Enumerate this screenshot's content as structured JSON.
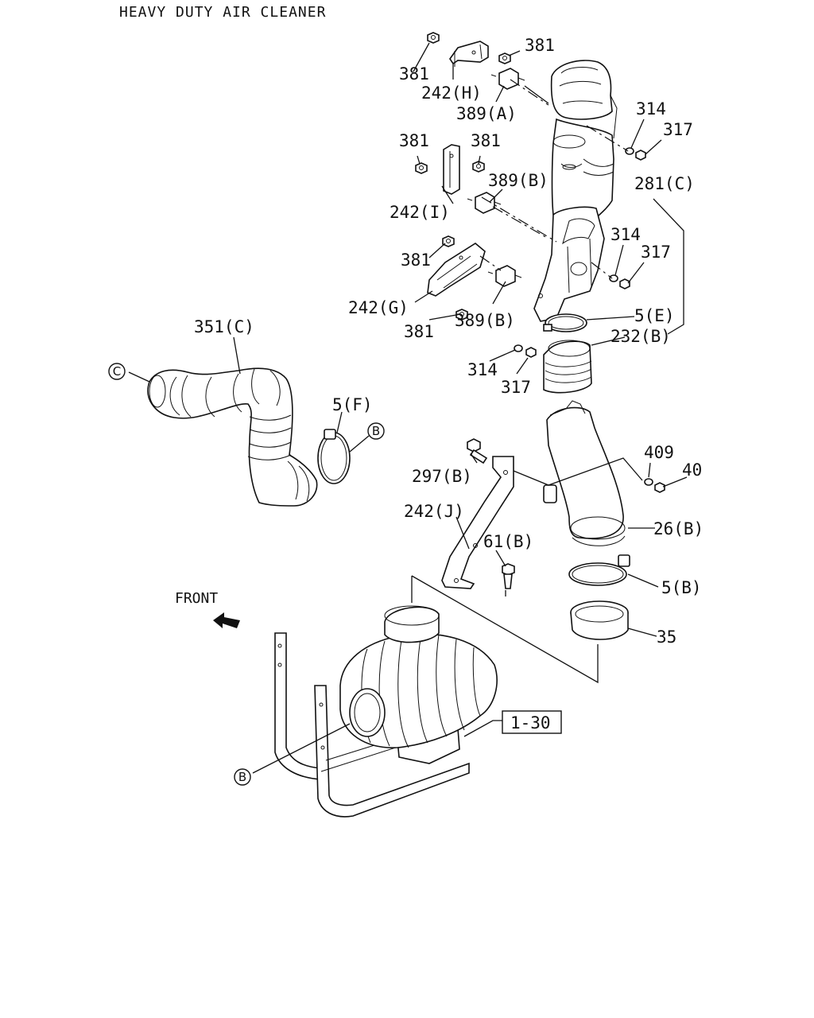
{
  "diagram": {
    "title": "HEAVY DUTY AIR CLEANER",
    "front_label": "FRONT",
    "ref_box": "1-30",
    "circles": {
      "c": "C",
      "b_right": "B",
      "b_bottom": "B"
    },
    "labels": {
      "p381_a": "381",
      "p381_b": "381",
      "p242h": "242(H)",
      "p389a": "389(A)",
      "p314_a": "314",
      "p317_a": "317",
      "p381_c": "381",
      "p381_d": "381",
      "p389b_a": "389(B)",
      "p281c": "281(C)",
      "p242i": "242(I)",
      "p314_b": "314",
      "p317_b": "317",
      "p381_e": "381",
      "p242g": "242(G)",
      "p389b_b": "389(B)",
      "p381_f": "381",
      "p5e": "5(E)",
      "p232b": "232(B)",
      "p314_c": "314",
      "p317_c": "317",
      "p351c": "351(C)",
      "p5f": "5(F)",
      "p297b": "297(B)",
      "p409": "409",
      "p40": "40",
      "p242j": "242(J)",
      "p26b": "26(B)",
      "p61b": "61(B)",
      "p5b": "5(B)",
      "p35": "35"
    }
  }
}
